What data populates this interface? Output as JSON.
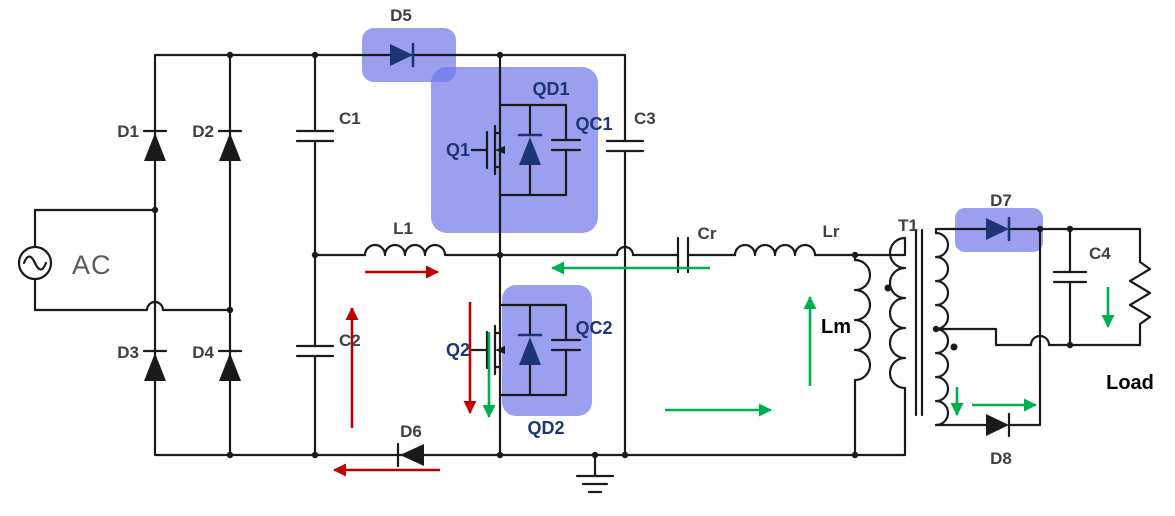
{
  "diagram": {
    "type": "power-converter-circuit-schematic"
  },
  "labels": {
    "ac": "AC",
    "d1": "D1",
    "d2": "D2",
    "d3": "D3",
    "d4": "D4",
    "d5": "D5",
    "d6": "D6",
    "d7": "D7",
    "d8": "D8",
    "c1": "C1",
    "c2": "C2",
    "c3": "C3",
    "c4": "C4",
    "l1": "L1",
    "q1": "Q1",
    "q2": "Q2",
    "qd1": "QD1",
    "qd2": "QD2",
    "qc1": "QC1",
    "qc2": "QC2",
    "cr": "Cr",
    "lr": "Lr",
    "lm": "Lm",
    "t1": "T1",
    "load": "Load"
  },
  "highlighted_components": [
    "D5",
    "Q1 QD1 QC1",
    "Q2 QD2 QC2",
    "D7"
  ],
  "current_paths": {
    "red_arrows": [
      "right under L1",
      "down through Q2 branch",
      "left along bottom rail",
      "up toward C2 node"
    ],
    "green_arrows": [
      "left through resonant tank toward half-bridge midpoint",
      "down through Q2 branch",
      "right along bottom rail",
      "up through Lm",
      "down through secondary winding",
      "right through D8 branch",
      "down through load"
    ]
  },
  "colors": {
    "wire": "#1a1a1a",
    "component_navy": "#1e3575",
    "label_gray": "#3f3f3f",
    "label_navy": "#1e3575",
    "ac_label": "#595959",
    "highlight": "#6f76e9",
    "arrow_red": "#c00000",
    "arrow_green": "#00b050",
    "background": "#ffffff"
  }
}
